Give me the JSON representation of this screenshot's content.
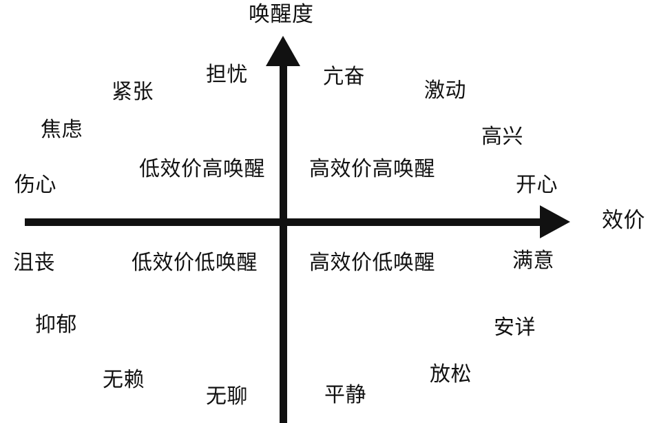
{
  "diagram": {
    "title_present": false,
    "type": "valence-arousal-two-dimensional-emotion-model",
    "background_color": "#ffffff",
    "ink_color": "#111111"
  },
  "axes": {
    "vertical": {
      "label": "唤醒度",
      "arrow_direction": "up",
      "label_position": "top"
    },
    "horizontal": {
      "label": "效价",
      "arrow_direction": "right",
      "label_position": "right"
    }
  },
  "quadrants": [
    {
      "name": "upper-left",
      "label": "低效价高唤醒",
      "emotions": [
        "担忧",
        "紧张",
        "焦虑",
        "伤心"
      ]
    },
    {
      "name": "upper-right",
      "label": "高效价高唤醒",
      "emotions": [
        "亢奋",
        "激动",
        "高兴",
        "开心"
      ]
    },
    {
      "name": "lower-left",
      "label": "低效价低唤醒",
      "emotions": [
        "沮丧",
        "抑郁",
        "无赖",
        "无聊"
      ]
    },
    {
      "name": "lower-right",
      "label": "高效价低唤醒",
      "emotions": [
        "满意",
        "安详",
        "放松",
        "平静"
      ]
    }
  ],
  "labels": {
    "arousal_axis": "唤醒度",
    "valence_axis": "效价",
    "q1_title": "低效价高唤醒",
    "q2_title": "高效价高唤醒",
    "q3_title": "低效价低唤醒",
    "q4_title": "高效价低唤醒",
    "danyou": "担忧",
    "jinzhang": "紧张",
    "jiaolv": "焦虑",
    "shangxin": "伤心",
    "kangfen": "亢奋",
    "jidong": "激动",
    "gaoxing": "高兴",
    "kaixin": "开心",
    "jusang": "沮丧",
    "yiyu": "抑郁",
    "wulai": "无赖",
    "wuliao": "无聊",
    "manyi": "满意",
    "anxiang": "安详",
    "fangsong": "放松",
    "pingjing": "平静"
  }
}
